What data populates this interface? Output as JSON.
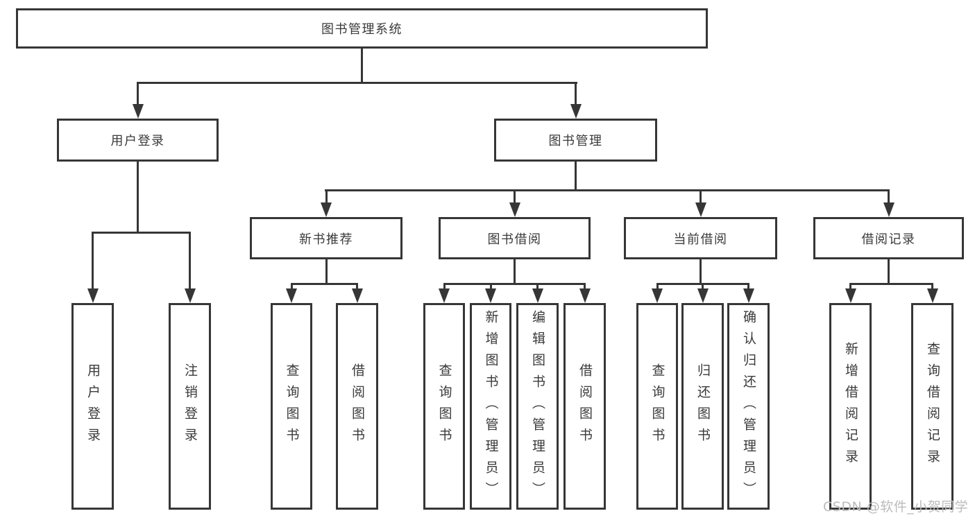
{
  "colors": {
    "line": "#363636",
    "text": "#3a3a3a",
    "background": "#ffffff",
    "watermark": "#bcbcbc"
  },
  "watermark": {
    "text": "CSDN @软件_小贺同学"
  },
  "tree": {
    "label": "图书管理系统",
    "children": [
      {
        "label": "用户登录",
        "children": [
          {
            "label": "用户登录"
          },
          {
            "label": "注销登录"
          }
        ]
      },
      {
        "label": "图书管理",
        "children": [
          {
            "label": "新书推荐",
            "children": [
              {
                "label": "查询图书"
              },
              {
                "label": "借阅图书"
              }
            ]
          },
          {
            "label": "图书借阅",
            "children": [
              {
                "label": "查询图书"
              },
              {
                "label": "新增图书（管理员）"
              },
              {
                "label": "编辑图书（管理员）"
              },
              {
                "label": "借阅图书"
              }
            ]
          },
          {
            "label": "当前借阅",
            "children": [
              {
                "label": "查询图书"
              },
              {
                "label": "归还图书"
              },
              {
                "label": "确认归还（管理员）"
              }
            ]
          },
          {
            "label": "借阅记录",
            "children": [
              {
                "label": "新增借阅记录"
              },
              {
                "label": "查询借阅记录"
              }
            ]
          }
        ]
      }
    ]
  }
}
